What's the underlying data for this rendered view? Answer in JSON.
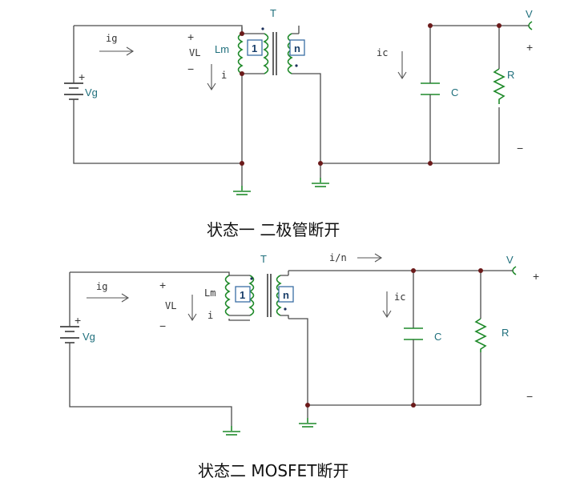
{
  "state1": {
    "caption": "状态一  二极管断开",
    "labels": {
      "T": "T",
      "Lm": "Lm",
      "ratio_primary": "1",
      "ratio_secondary": "n",
      "ig": "ig",
      "VL": "VL",
      "i": "i",
      "ic": "ic",
      "Vg": "Vg",
      "C": "C",
      "R": "R",
      "V": "V",
      "plus": "+",
      "minus": "−"
    }
  },
  "state2": {
    "caption": "状态二 MOSFET断开",
    "labels": {
      "T": "T",
      "Lm": "Lm",
      "ratio_primary": "1",
      "ratio_secondary": "n",
      "ig": "ig",
      "VL": "VL",
      "i": "i",
      "i_over_n": "i/n",
      "ic": "ic",
      "Vg": "Vg",
      "C": "C",
      "R": "R",
      "V": "V",
      "plus": "+",
      "minus": "−"
    }
  },
  "colors": {
    "wire": "#4a4a4a",
    "component": "#1f8a2a",
    "node": "#6b1a1a",
    "label": "#1f6f7c",
    "transformer_box": "#3a6ea5"
  }
}
